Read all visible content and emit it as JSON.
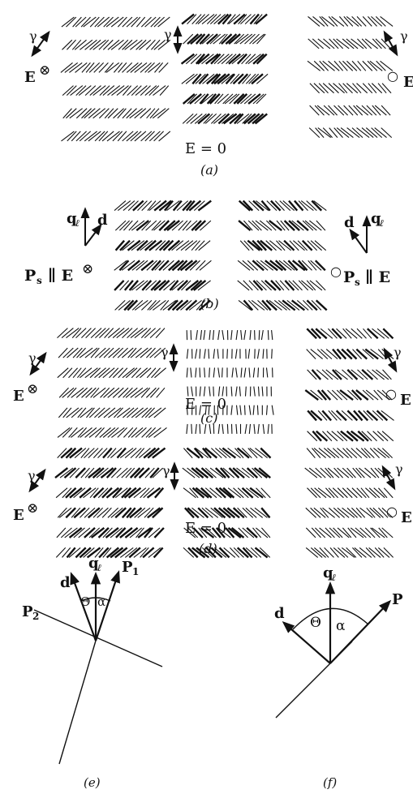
{
  "panel_a": {
    "left": {
      "arrow_label": "γ",
      "field_label": "E"
    },
    "middle": {
      "arrow_label": "γ",
      "field_label": "E = 0"
    },
    "right": {
      "arrow_label": "γ",
      "field_label": "E"
    },
    "caption": "(a)"
  },
  "panel_b": {
    "left": {
      "axis_label": "q",
      "axis_sub": "ℓ",
      "vector_label": "d",
      "field_label": "P",
      "field_sub": "s",
      "field_rest": "∥ E"
    },
    "right": {
      "axis_label": "q",
      "axis_sub": "ℓ",
      "vector_label": "d",
      "field_label": "P",
      "field_sub": "s",
      "field_rest": "∥ E"
    },
    "caption": "(b)"
  },
  "panel_c": {
    "left": {
      "arrow_label": "γ",
      "field_label": "E"
    },
    "middle": {
      "arrow_label": "γ",
      "field_label": "E = 0"
    },
    "right": {
      "arrow_label": "γ",
      "field_label": "E"
    },
    "caption": "(c)"
  },
  "panel_d": {
    "left": {
      "arrow_label": "γ",
      "field_label": "E"
    },
    "middle": {
      "arrow_label": "γ",
      "field_label": "E = 0"
    },
    "right": {
      "arrow_label": "γ",
      "field_label": "E"
    },
    "caption": "(d)"
  },
  "panel_e": {
    "d_label": "d",
    "q_label": "q",
    "q_sub": "ℓ",
    "p1_label": "P",
    "p1_sub": "1",
    "p2_label": "P",
    "p2_sub": "2",
    "theta_label": "Θ",
    "alpha_label": "α",
    "caption": "(e)"
  },
  "panel_f": {
    "d_label": "d",
    "q_label": "q",
    "q_sub": "ℓ",
    "p_label": "P",
    "theta_label": "Θ",
    "alpha_label": "α",
    "caption": "(f)"
  },
  "symbols": {
    "into_page": "⊗",
    "out_of_page": "○"
  },
  "colors": {
    "ink": "#111111",
    "background": "#ffffff"
  }
}
